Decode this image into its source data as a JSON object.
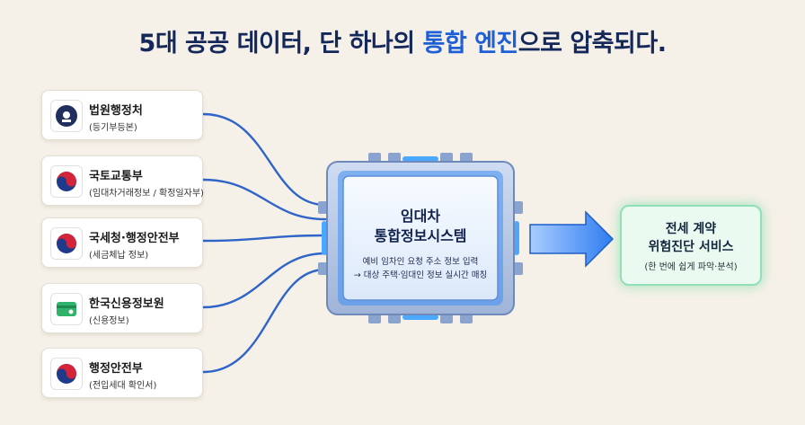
{
  "title": {
    "part1": "5대 공공 데이터, 단 하나의 ",
    "part2": "통합 엔진",
    "part3": "으로 압축되다."
  },
  "sources": [
    {
      "name": "법원행정처",
      "sub": "(등기부등본)",
      "icon": "court-emblem-icon"
    },
    {
      "name": "국토교통부",
      "sub": "(임대차거래정보 / 확정일자부)",
      "icon": "taegeuk-icon"
    },
    {
      "name": "국세청·행정안전부",
      "sub": "(세금체납 정보)",
      "icon": "taegeuk-icon"
    },
    {
      "name": "한국신용정보원",
      "sub": "(신용정보)",
      "icon": "credit-card-icon"
    },
    {
      "name": "행정안전부",
      "sub": "(전입세대 확인서)",
      "icon": "taegeuk-icon"
    }
  ],
  "engine": {
    "title_line1": "임대차",
    "title_line2": "통합정보시스템",
    "desc_line1": "예비 임차인 요청 주소 정보 입력",
    "desc_line2": "→ 대상 주택·임대인 정보 실시간 매칭"
  },
  "result": {
    "line1": "전세 계약",
    "line2": "위험진단 서비스",
    "line3": "(한 번에 쉽게 파악·분석)"
  },
  "colors": {
    "accent": "#1f5fd6",
    "title": "#15285a",
    "connector": "#2f64c8",
    "result_border": "#8fe0b6"
  }
}
